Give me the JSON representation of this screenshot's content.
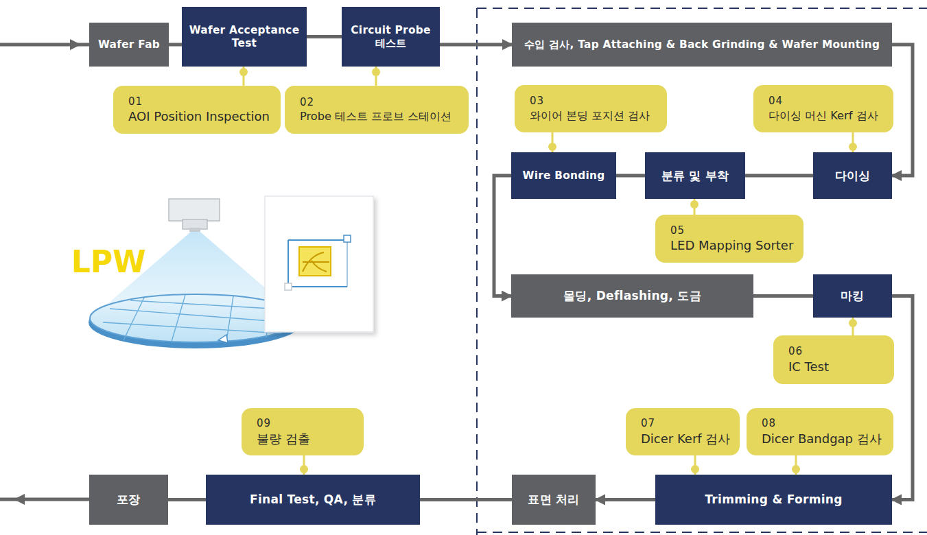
{
  "diagram": {
    "nodes": [
      {
        "text": [
          "Wafer Fab"
        ]
      },
      {
        "text": [
          "Wafer Acceptance Test"
        ]
      },
      {
        "text": [
          "Circuit Probe 테스트"
        ]
      },
      {
        "text": [
          "수입 검사, Tap Attaching & Back Grinding & Wafer Mounting"
        ]
      },
      {
        "text": [
          "Wire Bonding"
        ]
      },
      {
        "text": [
          "분류 및 부착"
        ]
      },
      {
        "text": [
          "다이싱"
        ]
      },
      {
        "text": [
          "몰딩, Deflashing, 도금"
        ]
      },
      {
        "text": [
          "마킹"
        ]
      },
      {
        "text": [
          "Trimming & Forming"
        ]
      },
      {
        "text": [
          "표면 처리"
        ]
      },
      {
        "text": [
          "Final Test, QA, 분류"
        ]
      },
      {
        "text": [
          "포장"
        ]
      },
      {
        "text": [
          "01",
          "AOI Position Inspection"
        ]
      },
      {
        "text": [
          "02",
          "Probe 테스트 프로브 스테이션"
        ]
      },
      {
        "text": [
          "03",
          "와이어 본딩 포지션 검사"
        ]
      },
      {
        "text": [
          "04",
          "다이싱 머신 Kerf 검사"
        ]
      },
      {
        "text": [
          "05",
          "LED Mapping Sorter"
        ]
      },
      {
        "text": [
          "06",
          "IC Test"
        ]
      },
      {
        "text": [
          "07",
          "Dicer Kerf 검사"
        ]
      },
      {
        "text": [
          "08",
          "Dicer Bandgap 검사"
        ]
      },
      {
        "text": [
          "09",
          "불량 검출"
        ]
      }
    ],
    "edges": [
      {
        "from": 0,
        "to": 1,
        "arrow": "none"
      },
      {
        "from": 1,
        "to": 2,
        "arrow": "none"
      },
      {
        "from": 2,
        "to": 3,
        "arrow": "to"
      },
      {
        "from": 3,
        "to": 6,
        "arrow": "to"
      },
      {
        "from": 6,
        "to": 5,
        "arrow": "none"
      },
      {
        "from": 5,
        "to": 4,
        "arrow": "none"
      },
      {
        "from": 4,
        "to": 7,
        "arrow": "to"
      },
      {
        "from": 7,
        "to": 8,
        "arrow": "none"
      },
      {
        "from": 8,
        "to": 9,
        "arrow": "to"
      },
      {
        "from": 9,
        "to": 10,
        "arrow": "to"
      },
      {
        "from": 10,
        "to": 11,
        "arrow": "none"
      },
      {
        "from": 11,
        "to": 12,
        "arrow": "none"
      },
      {
        "from": 13,
        "to": 1,
        "arrow": "none"
      },
      {
        "from": 14,
        "to": 2,
        "arrow": "none"
      },
      {
        "from": 15,
        "to": 4,
        "arrow": "none"
      },
      {
        "from": 16,
        "to": 6,
        "arrow": "none"
      },
      {
        "from": 17,
        "to": 5,
        "arrow": "none"
      },
      {
        "from": 18,
        "to": 8,
        "arrow": "none"
      },
      {
        "from": 19,
        "to": 9,
        "arrow": "none"
      },
      {
        "from": 20,
        "to": 9,
        "arrow": "none"
      },
      {
        "from": 21,
        "to": 11,
        "arrow": "none"
      }
    ],
    "labels": [
      "LPW"
    ]
  }
}
